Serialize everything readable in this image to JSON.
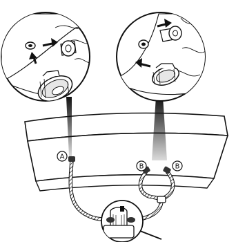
{
  "labels": {
    "port_a": "A",
    "port_b_left": "B",
    "port_b_right": "B"
  },
  "colors": {
    "stroke": "#111111",
    "fill": "#ffffff",
    "shade": "#d9d9d9",
    "dark": "#333333"
  },
  "icons": [
    "arrow-icon",
    "plug-icon",
    "connector-nut-icon",
    "hose-icon",
    "pump-icon"
  ]
}
